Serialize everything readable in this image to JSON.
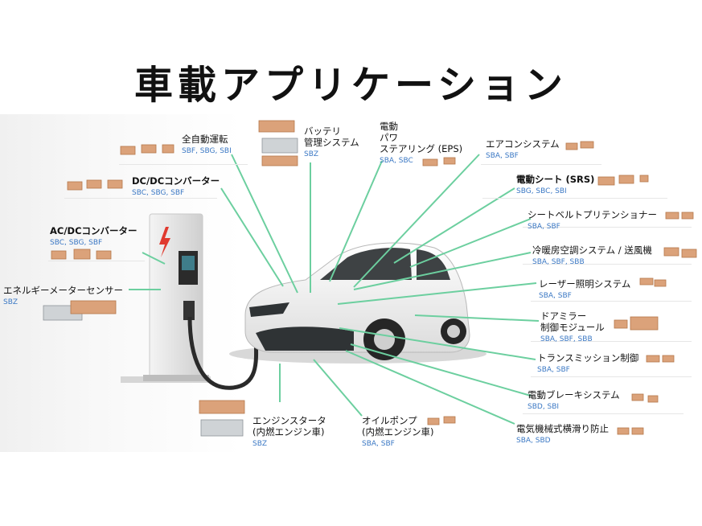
{
  "title": "車載アプリケーション",
  "colors": {
    "leader": "#6ccf9f",
    "code": "#3b78c4",
    "copper": "#dba27a",
    "bolt": "#e03a2f"
  },
  "applications": [
    {
      "name": "全自動運転",
      "codes": "SBF, SBG, SBI"
    },
    {
      "name": "バッテリ",
      "name2": "管理システム",
      "codes": "SBZ"
    },
    {
      "name": "電動",
      "name2": "パワ",
      "name3": "ステアリング (EPS)",
      "codes": "SBA, SBC"
    },
    {
      "name": "エアコンシステム",
      "codes": "SBA, SBF"
    },
    {
      "name": "DC/DCコンバーター",
      "codes": "SBC, SBG, SBF"
    },
    {
      "name": "電動シート (SRS)",
      "codes": "SBG, SBC, SBI"
    },
    {
      "name": "AC/DCコンバーター",
      "codes": "SBC, SBG, SBF"
    },
    {
      "name": "シートベルトプリテンショナー",
      "codes": "SBA, SBF"
    },
    {
      "name": "冷暖房空調システム / 送風機",
      "codes": "SBA, SBF, SBB"
    },
    {
      "name": "エネルギーメーターセンサー",
      "codes": "SBZ"
    },
    {
      "name": "レーザー照明システム",
      "codes": "SBA, SBF"
    },
    {
      "name": "ドアミラー",
      "name2": "制御モジュール",
      "codes": "SBA, SBF, SBB"
    },
    {
      "name": "トランスミッション制御",
      "codes": "SBA, SBF"
    },
    {
      "name": "電動ブレーキシステム",
      "codes": "SBD, SBI"
    },
    {
      "name": "エンジンスタータ",
      "name2": "(内燃エンジン車)",
      "codes": "SBZ"
    },
    {
      "name": "オイルポンプ",
      "name2": "(内燃エンジン車)",
      "codes": "SBA, SBF"
    },
    {
      "name": "電気機械式横滑り防止",
      "codes": "SBA, SBD"
    }
  ]
}
